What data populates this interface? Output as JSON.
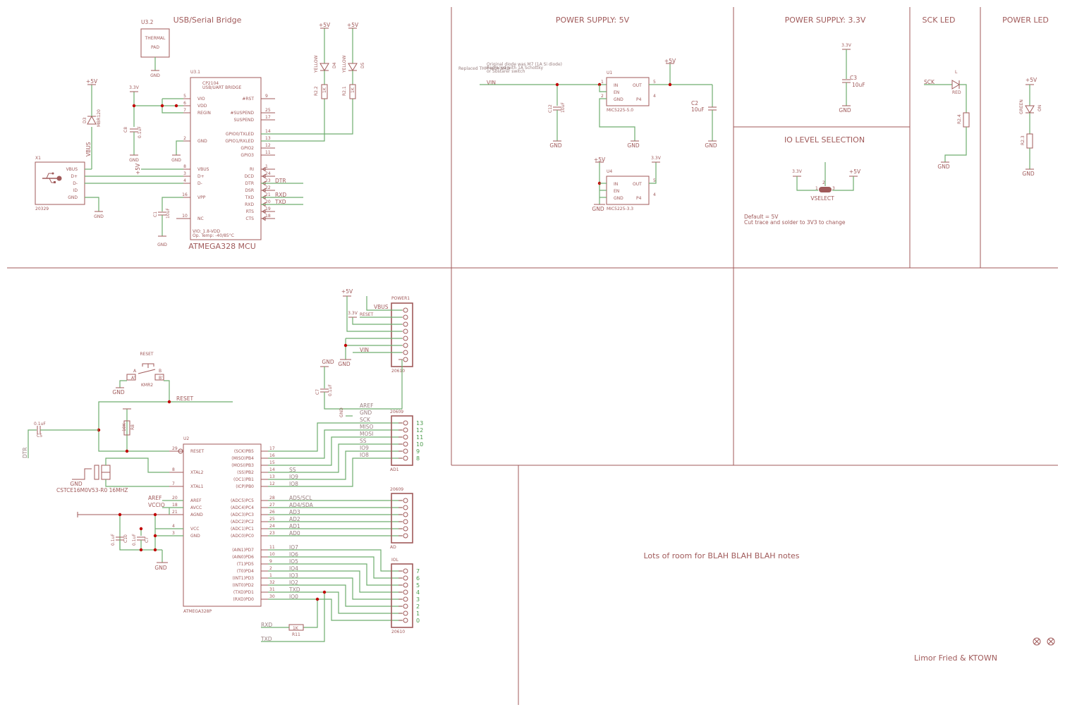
{
  "sections": {
    "usb_bridge": "USB/Serial Bridge",
    "psu5": "POWER SUPPLY: 5V",
    "psu33": "POWER SUPPLY: 3.3V",
    "sck_led": "SCK LED",
    "power_led": "POWER LED",
    "io_level": "IO LEVEL SELECTION"
  },
  "thermal": {
    "ref": "U3.2",
    "line1": "THERMAL",
    "line2": "PAD"
  },
  "u3": {
    "ref": "U3.1",
    "part": "CP2104",
    "desc": "USB/UART BRIDGE",
    "foot1": "VIO: 1.8-VDD",
    "foot2": "Op. Temp: -40/85°C",
    "left_pins": [
      {
        "num": "5",
        "name": "VIO"
      },
      {
        "num": "6",
        "name": "VDD"
      },
      {
        "num": "7",
        "name": "REGIN"
      },
      {
        "num": "2",
        "name": "GND"
      },
      {
        "num": "8",
        "name": "VBUS"
      },
      {
        "num": "3",
        "name": "D+"
      },
      {
        "num": "4",
        "name": "D-"
      },
      {
        "num": "16",
        "name": "VPP"
      },
      {
        "num": "10",
        "name": "NC"
      }
    ],
    "right_pins": [
      {
        "num": "9",
        "name": "#RST"
      },
      {
        "num": "25",
        "name": "#SUSPEND"
      },
      {
        "num": "17",
        "name": "SUSPEND"
      },
      {
        "num": "14",
        "name": "GPIO0/TXLED"
      },
      {
        "num": "13",
        "name": "GPIO1/RXLED"
      },
      {
        "num": "12",
        "name": "GPIO2"
      },
      {
        "num": "11",
        "name": "GPIO3"
      },
      {
        "num": "1",
        "name": "RI"
      },
      {
        "num": "24",
        "name": "DCD"
      },
      {
        "num": "23",
        "name": "DTR"
      },
      {
        "num": "22",
        "name": "DSR"
      },
      {
        "num": "21",
        "name": "TXD"
      },
      {
        "num": "20",
        "name": "RXD"
      },
      {
        "num": "19",
        "name": "RTS"
      },
      {
        "num": "18",
        "name": "CTS"
      }
    ]
  },
  "mcu_title": "ATMEGA328 MCU",
  "usb": {
    "ref": "X1",
    "part": "20329",
    "pins": [
      "VBUS",
      "D+",
      "D-",
      "ID",
      "GND"
    ]
  },
  "power": {
    "p5": "+5V",
    "p33": "3.3V",
    "gnd": "GND"
  },
  "nets": {
    "vbus": "VBUS",
    "dtr": "DTR",
    "rxd": "RXD",
    "txd": "TXD",
    "vin": "VIN",
    "reset": "RESET",
    "aref": "AREF",
    "vccio": "VCCIO",
    "sck": "SCK"
  },
  "parts": {
    "d3": "D3",
    "d3v": "MBR120",
    "c8": "C8",
    "c8v": "0.1uF",
    "c1": "C1",
    "c1v": "10uF",
    "r2_2": "R2.2",
    "r2_1": "R2.1",
    "r1k": "1K",
    "yellow": "YELLOW",
    "d4": "D4",
    "d5": "D5",
    "u1": "U1",
    "u1p": "MIC5225-5.0",
    "u4": "U4",
    "u4p": "MIC5225-3.3",
    "c12": "C12",
    "c12v": "10uF",
    "c2": "C2",
    "c2v": "10uF",
    "c3": "C3",
    "c3v": "10uF",
    "ldo_in": "IN",
    "ldo_en": "EN",
    "ldo_gnd": "GND",
    "ldo_out": "OUT",
    "ldo_p4": "P4",
    "diode_note1": "Original diode was M7 (1A Si diode)",
    "diode_note2": "Replaced with 1A Schottky",
    "diode_note3": "or Sbstarer switch",
    "diode_note0": "Replaced THM with SMD",
    "led_l": "L",
    "led_red": "RED",
    "r4": "R2.4",
    "r3": "R2.3",
    "green": "GREEN",
    "on": "ON",
    "vselect": "VSELECT",
    "default1": "Default = 5V",
    "default2": "Cut trace and solder to 3V3 to change",
    "reset_sw": "RESET",
    "kmr2": "KMR2",
    "sw_a": "A",
    "sw_b": "B",
    "sw_a2": "A'",
    "sw_b2": "B'",
    "c5": "C5",
    "c5v": "0.1uF",
    "r8": "R8",
    "r8v": "10K",
    "xtal": "CSTCE16M0V53-R0 16MHZ",
    "c6": "C6",
    "c6v": "0.1uF",
    "c7": "C7",
    "c7v": "0.1uF",
    "c10": "C10",
    "c10v": "0.1uF",
    "r11": "R11",
    "r11v": "1K"
  },
  "u2": {
    "ref": "U2",
    "part": "ATMEGA328P",
    "left_pins": [
      {
        "num": "29",
        "name": "RESET"
      },
      {
        "num": "8",
        "name": "XTAL2"
      },
      {
        "num": "7",
        "name": "XTAL1"
      },
      {
        "num": "20",
        "name": "AREF"
      },
      {
        "num": "18",
        "name": "AVCC"
      },
      {
        "num": "21",
        "name": "AGND"
      },
      {
        "num": "4",
        "name": "VCC"
      },
      {
        "num": "3",
        "name": "GND"
      }
    ],
    "right_pins": [
      {
        "num": "17",
        "name": "(SCK)PB5",
        "net": ""
      },
      {
        "num": "16",
        "name": "(MISO)PB4",
        "net": ""
      },
      {
        "num": "15",
        "name": "(MOSI)PB3",
        "net": ""
      },
      {
        "num": "14",
        "name": "(SS)PB2",
        "net": "SS"
      },
      {
        "num": "13",
        "name": "(OC1)PB1",
        "net": "IO9"
      },
      {
        "num": "12",
        "name": "(ICP)PB0",
        "net": "IO8"
      },
      {
        "num": "28",
        "name": "(ADC5)PC5",
        "net": "AD5/SCL"
      },
      {
        "num": "27",
        "name": "(ADC4)PC4",
        "net": "AD4/SDA"
      },
      {
        "num": "26",
        "name": "(ADC3)PC3",
        "net": "AD3"
      },
      {
        "num": "25",
        "name": "(ADC2)PC2",
        "net": "AD2"
      },
      {
        "num": "24",
        "name": "(ADC1)PC1",
        "net": "AD1"
      },
      {
        "num": "23",
        "name": "(ADC0)PC0",
        "net": "AD0"
      },
      {
        "num": "11",
        "name": "(AIN1)PD7",
        "net": "IO7"
      },
      {
        "num": "10",
        "name": "(AIN0)PD6",
        "net": "IO6"
      },
      {
        "num": "9",
        "name": "(T1)PD5",
        "net": "IO5"
      },
      {
        "num": "2",
        "name": "(T0)PD4",
        "net": "IO4"
      },
      {
        "num": "1",
        "name": "(INT1)PD3",
        "net": "IO3"
      },
      {
        "num": "32",
        "name": "(INT0)PD2",
        "net": "IO2"
      },
      {
        "num": "31",
        "name": "(TXD)PD1",
        "net": "TXD"
      },
      {
        "num": "30",
        "name": "(RXD)PD0",
        "net": "IO0"
      }
    ]
  },
  "headers": {
    "power1": {
      "ref": "POWER1",
      "part": "20610",
      "nets": [
        "VBUS",
        "RESET",
        "VIN"
      ]
    },
    "ad1": {
      "ref": "AD1",
      "part": "20609",
      "nets": [
        "AREF",
        "GND",
        "SCK",
        "MISO",
        "MOSI",
        "SS",
        "IO9",
        "IO8"
      ],
      "labels": [
        "13",
        "12",
        "11",
        "10",
        "9",
        "8"
      ]
    },
    "ad": {
      "ref": "AD",
      "part": "20609"
    },
    "iol": {
      "ref": "IOL",
      "part": "20610",
      "labels": [
        "7",
        "6",
        "5",
        "4",
        "3",
        "2",
        "1",
        "0"
      ]
    }
  },
  "notes": "Lots of room for BLAH BLAH BLAH notes",
  "author": "Limor Fried & KTOWN"
}
